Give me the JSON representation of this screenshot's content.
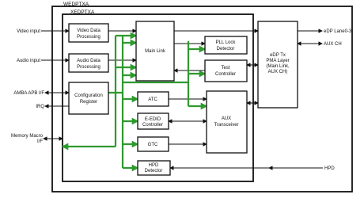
{
  "titles": {
    "outer": "WEDPTXA",
    "inner": "XEDPTXA"
  },
  "blocks": {
    "video_proc": [
      "Video Data",
      "Processing"
    ],
    "audio_proc": [
      "Audio Data",
      "Processing"
    ],
    "config_reg": [
      "Configuration",
      "Register"
    ],
    "main_link": [
      "Main Link"
    ],
    "pll_lock": [
      "PLL Lock",
      "Detector"
    ],
    "test_ctrl": [
      "Test",
      "Controller"
    ],
    "atc": [
      "ATC"
    ],
    "edid_ctrl": [
      "E-EDID",
      "Controller"
    ],
    "gtc": [
      "GTC"
    ],
    "hpd_det": [
      "HPD",
      "Detector"
    ],
    "aux_trans": [
      "AUX",
      "Transceiver"
    ],
    "phy": [
      "eDP Tx",
      "PMA Layer",
      "(Main Link,",
      "AUX CH)"
    ]
  },
  "signals": {
    "video_input": "Video input",
    "audio_input": "Audio input",
    "amba_apb": "AMBA APB I/F",
    "irq": "IRQ",
    "memory_macro": [
      "Memory Macro",
      "I/F"
    ],
    "edp_lane": "eDP Lane0-3",
    "aux_ch": "AUX CH",
    "hpd": "HPD"
  },
  "colors": {
    "bus": "#2e9a2e",
    "line": "#111111",
    "background": "#ffffff"
  }
}
